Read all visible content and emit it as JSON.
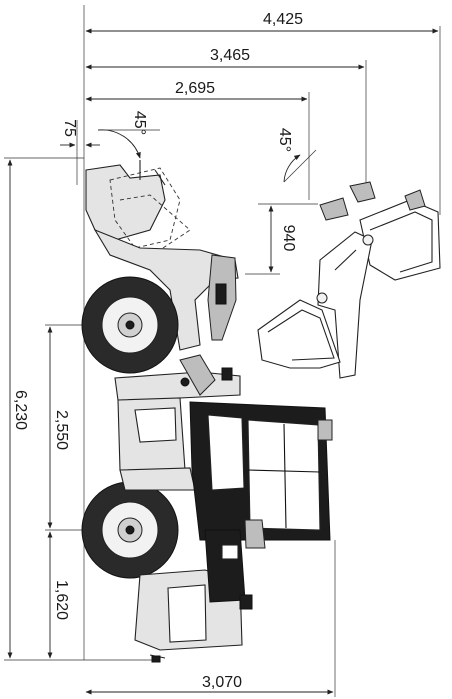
{
  "dimensions": {
    "overall_height": "4,425",
    "max_reach": "3,465",
    "dump_reach": "2,695",
    "offset_75": "75",
    "angle_bucket_rear": "45°",
    "angle_bucket_front": "45°",
    "dump_clearance": "940",
    "overall_length": "6,230",
    "wheelbase": "2,550",
    "rear_overhang": "1,620",
    "overall_width": "3,070"
  }
}
